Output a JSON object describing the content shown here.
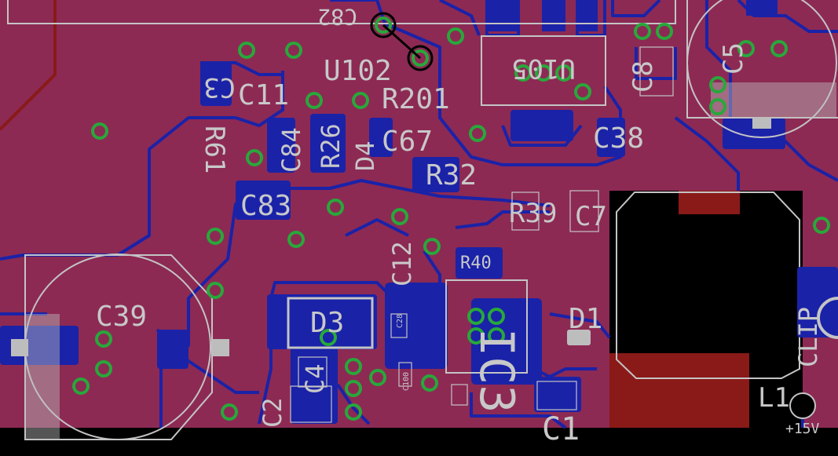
{
  "board": {
    "colors": {
      "copper_fill": "#8c2a54",
      "trace_bottom": "#1a22a8",
      "trace_top": "#8a1a18",
      "via": "#28a83a",
      "silk": "#c4c4c4",
      "pad_gray": "#bdbdbd",
      "background": "#000000"
    },
    "labels": {
      "c82": "C82",
      "u102": "U102",
      "r201": "R201",
      "u105": "U105",
      "c8": "C8",
      "c5": "C5",
      "c3": "C3",
      "c11": "C11",
      "r61": "R61",
      "c84": "C84",
      "r26": "R26",
      "d4": "D4",
      "c67": "C67",
      "c38": "C38",
      "r32": "R32",
      "c83": "C83",
      "r39": "R39",
      "c7": "C7",
      "c12": "C12",
      "r40": "R40",
      "c39": "C39",
      "d3": "D3",
      "c4": "C4",
      "c2": "C2",
      "ic3": "IC3",
      "d1": "D1",
      "c1": "C1",
      "l1": "L1",
      "clip": "CLIP",
      "net15v": "+15V",
      "c28": "C28",
      "c100": "C100"
    }
  }
}
